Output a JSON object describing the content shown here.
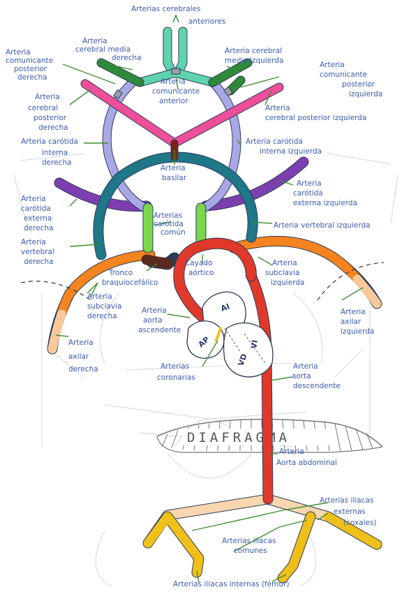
{
  "labels": {
    "cerebrales_anteriores": [
      "Arterias cerebrales",
      "anteriores"
    ],
    "cerebral_media_derecha": [
      "Arteria",
      "cerebral media",
      "derecha"
    ],
    "comunicante_posterior_derecha": [
      "Arteria",
      "comunicante",
      "posterior",
      "derecha"
    ],
    "cerebral_posterior_derecha": [
      "Arteria",
      "cerebral",
      "posterior",
      "derecha"
    ],
    "comunicante_anterior": [
      "Arteria",
      "comunicante",
      "anterior"
    ],
    "cerebral_media_izquierda": [
      "Arteria cerebral",
      "media izquierda"
    ],
    "comunicante_posterior_izquierda": [
      "Arteria",
      "comunicante",
      "posterior",
      "izquierda"
    ],
    "cerebral_posterior_izquierda": [
      "Arteria",
      "cerebral posterior izquierda"
    ],
    "carotida_interna_derecha": [
      "Arteria carótida",
      "interna",
      "derecha"
    ],
    "carotida_interna_izquierda": [
      "Arteria carótida",
      "interna izquierda"
    ],
    "basilar": [
      "Arteria",
      "basilar"
    ],
    "carotida_externa_izquierda": [
      "Arteria",
      "carótida",
      "externa izquierda"
    ],
    "carotida_externa_derecha": [
      "Arteria",
      "carótida",
      "externa",
      "derecha"
    ],
    "carotidas_comun": [
      "Arterias",
      "carótida",
      "común"
    ],
    "vertebral_izquierda": [
      "Arteria vertebral izquierda"
    ],
    "vertebral_derecha": [
      "Arteria",
      "vertebral",
      "derecha"
    ],
    "tronco_braquiocefalico": [
      "Tronco",
      "braquiocefálico"
    ],
    "cayado_aortico": [
      "Cayado",
      "aórtico"
    ],
    "subclavia_izquierda": [
      "Arteria",
      "subclavia",
      "izquierda"
    ],
    "subclavia_derecha": [
      "Arteria",
      "subclavia",
      "derecha"
    ],
    "aorta_ascendente": [
      "Arteria",
      "aorta",
      "ascendente"
    ],
    "axilar_izquierda": [
      "Arteria",
      "axilar",
      "izquierda"
    ],
    "axilar_derecha": [
      "Arteria",
      "axilar",
      "derecha"
    ],
    "coronarias": [
      "Arterias",
      "coronarias"
    ],
    "aorta_descendente": [
      "Arteria",
      "aorta",
      "descendente"
    ],
    "aorta_abdominal": [
      "Arteria",
      "Aorta abdominal"
    ],
    "iliacas_externas": [
      "Arterias iliacas",
      "externas",
      "(coxales)"
    ],
    "iliacas_comunes": [
      "Arterias iliacas",
      "comunes"
    ],
    "iliacas_internas": [
      "Arterias iliacas internas (fémur)"
    ]
  },
  "heart": {
    "ai": "AI",
    "ap": "AP",
    "vd": "VD",
    "vi": "VI"
  },
  "diaphragm": "DIAFRAGMA",
  "colors": {
    "cerebral_anterior": "#5fd3b0",
    "cerebral_media": "#2e8a3a",
    "cerebral_posterior": "#ee4f9a",
    "comunicante": "#9aa0a6",
    "carotida_interna": "#a9a8e6",
    "basilar": "#7a2418",
    "vertebral": "#1f7788",
    "carotida_externa": "#7d3fb0",
    "carotida_comun": "#7bd64a",
    "tronco": "#5a2a1e",
    "aorta": "#e0392b",
    "subclavia": "#f5841f",
    "axilar": "#f7c89a",
    "iliaca_comun": "#f8d7b0",
    "iliaca": "#f0c01a",
    "leader": "#3e8f2f",
    "label": "#3a5bb0"
  }
}
